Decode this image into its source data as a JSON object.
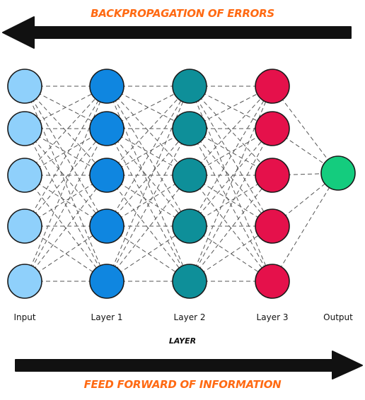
{
  "top_banner": "BACKPROPAGATION OF ERRORS",
  "bottom_banner": "FEED FORWARD OF INFORMATION",
  "axis_title": "LAYER",
  "layers": [
    {
      "label": "Input",
      "nodes": 5,
      "color": "#8fd0fb"
    },
    {
      "label": "Layer 1",
      "nodes": 5,
      "color": "#0f86e0"
    },
    {
      "label": "Layer 2",
      "nodes": 5,
      "color": "#0e8f99"
    },
    {
      "label": "Layer 3",
      "nodes": 5,
      "color": "#e5114b"
    },
    {
      "label": "Output",
      "nodes": 1,
      "color": "#14cc7e"
    }
  ],
  "colors": {
    "banner_text": "#ff6a13",
    "arrow": "#111111",
    "connection": "#555555",
    "node_outline": "#1a1a1a"
  },
  "icons": {
    "top_arrow": "arrow-left",
    "bottom_arrow": "arrow-right"
  }
}
